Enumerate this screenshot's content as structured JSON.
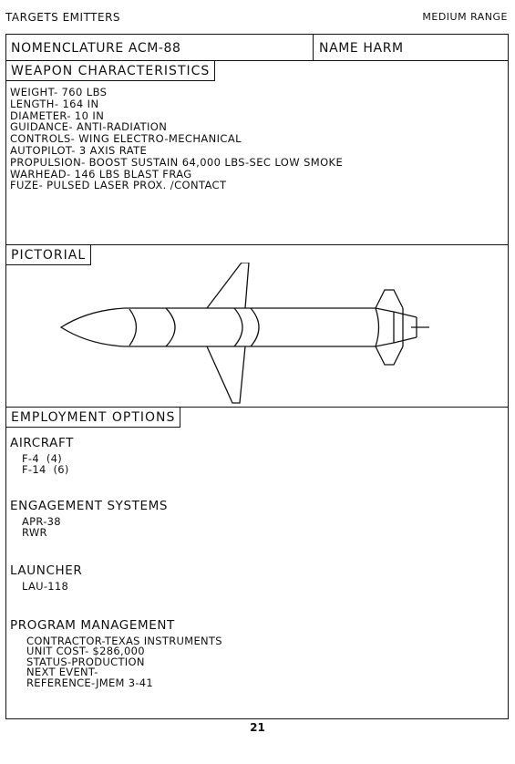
{
  "header": {
    "left": "TARGETS EMITTERS",
    "right": "MEDIUM RANGE"
  },
  "nomenclature": "NOMENCLATURE ACM-88",
  "name": "NAME HARM",
  "weapon": {
    "title": "WEAPON CHARACTERISTICS",
    "lines": [
      "WEIGHT- 760 LBS",
      "LENGTH- 164 IN",
      "DIAMETER- 10 IN",
      "GUIDANCE- ANTI-RADIATION",
      "CONTROLS- WING ELECTRO-MECHANICAL",
      "AUTOPILOT- 3 AXIS RATE",
      "PROPULSION- BOOST SUSTAIN 64,000 LBS-SEC LOW SMOKE",
      "WARHEAD- 146 LBS BLAST FRAG",
      "FUZE- PULSED LASER PROX. /CONTACT"
    ]
  },
  "pictorial": {
    "title": "PICTORIAL"
  },
  "employment": {
    "title": "EMPLOYMENT OPTIONS",
    "sections": [
      {
        "heading": "AIRCRAFT",
        "items": [
          "F-4  (4)",
          "F-14  (6)"
        ]
      },
      {
        "heading": "ENGAGEMENT SYSTEMS",
        "items": [
          "APR-38",
          "RWR"
        ]
      },
      {
        "heading": "LAUNCHER",
        "items": [
          "LAU-118"
        ]
      },
      {
        "heading": "PROGRAM MANAGEMENT",
        "items": [
          "CONTRACTOR-TEXAS INSTRUMENTS",
          "UNIT COST- $286,000",
          "STATUS-PRODUCTION",
          "NEXT EVENT-",
          "REFERENCE-JMEM 3-41"
        ]
      }
    ]
  },
  "page_number": "21"
}
